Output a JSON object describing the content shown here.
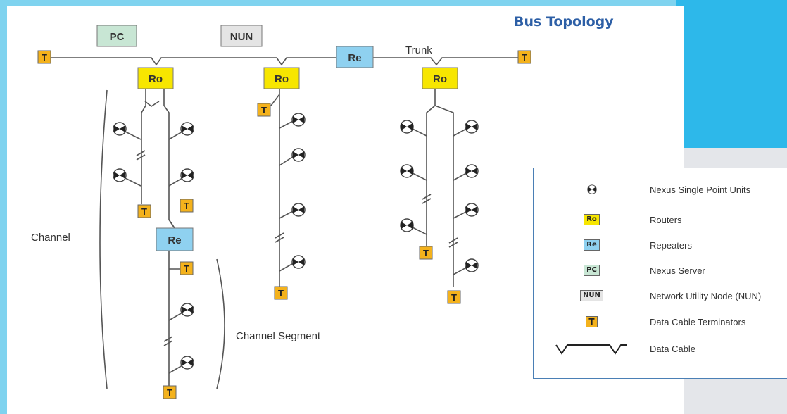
{
  "title": "Bus Topology",
  "diagram": {
    "nodes": {
      "pc": "PC",
      "nun": "NUN",
      "repeater": "Re",
      "router": "Ro",
      "terminator": "T"
    },
    "labels": {
      "trunk": "Trunk",
      "channel": "Channel",
      "channel_segment": "Channel Segment"
    },
    "colors": {
      "router": "#f7e600",
      "repeater": "#8fd1f0",
      "pc": "#c8e6d4",
      "nun": "#e4e4e4",
      "terminator": "#f4b21c",
      "line": "#555555"
    }
  },
  "legend": {
    "items": [
      {
        "icon": "nexus-single-point-unit-icon",
        "label": "Nexus Single Point Units"
      },
      {
        "icon": "router-icon",
        "code": "Ro",
        "label": "Routers"
      },
      {
        "icon": "repeater-icon",
        "code": "Re",
        "label": "Repeaters"
      },
      {
        "icon": "server-icon",
        "code": "PC",
        "label": "Nexus Server"
      },
      {
        "icon": "nun-icon",
        "code": "NUN",
        "label": "Network Utility Node (NUN)"
      },
      {
        "icon": "terminator-icon",
        "code": "T",
        "label": "Data Cable Terminators"
      },
      {
        "icon": "data-cable-icon",
        "label": "Data Cable"
      }
    ]
  }
}
